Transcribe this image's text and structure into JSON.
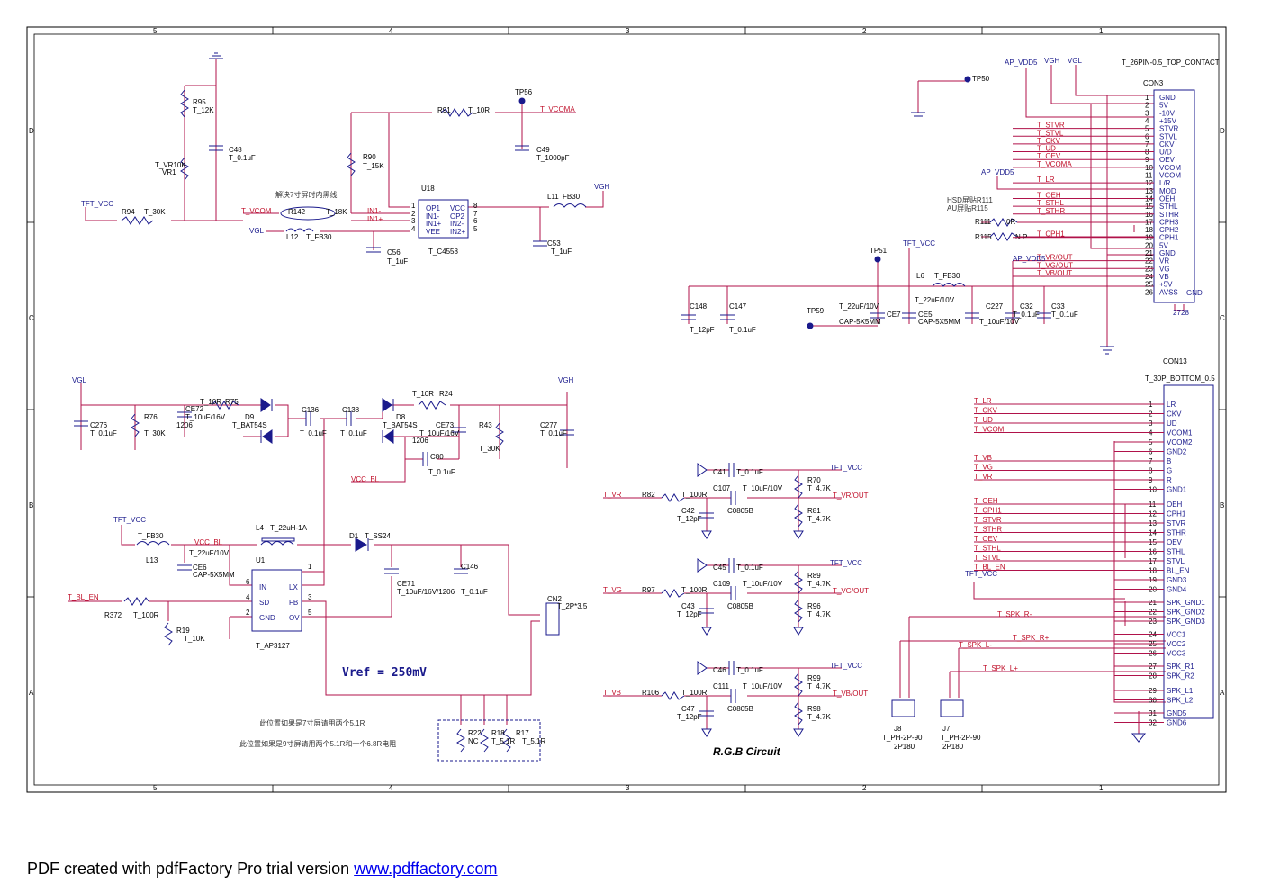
{
  "border": {
    "columns": [
      "5",
      "4",
      "3",
      "2",
      "1"
    ],
    "rows": [
      "D",
      "C",
      "B",
      "A"
    ]
  },
  "footer": {
    "text": "PDF created with pdfFactory Pro trial version",
    "link": "www.pdffactory.com"
  },
  "notes": {
    "vref": "Vref = 250mV",
    "rgb_title": "R.G.B Circuit",
    "cn_note_1": "解决7寸屏时内黑线",
    "cn_note_2": "此位置如果是7寸屏请用两个5.1R",
    "cn_note_3": "此位置如果是9寸屏请用两个5.1R和一个6.8R电阻",
    "hsd_note": "HSD屏贴R111",
    "au_note": "AU屏贴R115"
  },
  "components": [
    {
      "key": "r95",
      "ref": "R95",
      "value": "T_12K"
    },
    {
      "key": "vr1",
      "ref": "T_VR10K",
      "value": "VR1"
    },
    {
      "key": "c48",
      "ref": "C48",
      "value": "T_0.1uF"
    },
    {
      "key": "r94",
      "ref": "R94",
      "value": "T_30K"
    },
    {
      "key": "r90",
      "ref": "R90",
      "value": "T_15K"
    },
    {
      "key": "r91",
      "ref": "R91",
      "value": "T_10R"
    },
    {
      "key": "tp56",
      "ref": "TP56",
      "value": ""
    },
    {
      "key": "c49",
      "ref": "C49",
      "value": "T_1000pF"
    },
    {
      "key": "r142",
      "ref": "R142",
      "value": "T_18K"
    },
    {
      "key": "u18",
      "ref": "U18",
      "value": "T_C4558"
    },
    {
      "key": "l12",
      "ref": "L12",
      "value": "T_FB30"
    },
    {
      "key": "c56",
      "ref": "C56",
      "value": "T_1uF"
    },
    {
      "key": "l11",
      "ref": "L11",
      "value": "FB30"
    },
    {
      "key": "c53",
      "ref": "C53",
      "value": "T_1uF"
    },
    {
      "key": "tp50",
      "ref": "TP50",
      "value": ""
    },
    {
      "key": "r111",
      "ref": "R111",
      "value": "0R"
    },
    {
      "key": "r115",
      "ref": "R115",
      "value": "N.P"
    },
    {
      "key": "tp51",
      "ref": "TP51",
      "value": ""
    },
    {
      "key": "l6",
      "ref": "L6",
      "value": "T_FB30"
    },
    {
      "key": "c148",
      "ref": "C148",
      "value": "T_12pF"
    },
    {
      "key": "c147",
      "ref": "C147",
      "value": "T_0.1uF"
    },
    {
      "key": "tp59",
      "ref": "TP59",
      "value": ""
    },
    {
      "key": "ce7",
      "ref": "CE7",
      "value": "T_22uF/10V"
    },
    {
      "key": "ce5",
      "ref": "CE5",
      "value": "T_22uF/10V"
    },
    {
      "key": "c227",
      "ref": "C227",
      "value": "T_10uF/10V"
    },
    {
      "key": "c32",
      "ref": "C32",
      "value": "T_0.1uF"
    },
    {
      "key": "c33",
      "ref": "C33",
      "value": "T_0.1uF"
    },
    {
      "key": "c276",
      "ref": "C276",
      "value": "T_0.1uF"
    },
    {
      "key": "r76",
      "ref": "R76",
      "value": "T_30K"
    },
    {
      "key": "ce72",
      "ref": "CE72",
      "value": "T_10uF/16V"
    },
    {
      "key": "r75",
      "ref": "R75",
      "value": "T_10R"
    },
    {
      "key": "d9",
      "ref": "D9",
      "value": "T_BAT54S"
    },
    {
      "key": "c136",
      "ref": "C136",
      "value": "T_0.1uF"
    },
    {
      "key": "c138",
      "ref": "C138",
      "value": "T_0.1uF"
    },
    {
      "key": "d8",
      "ref": "D8",
      "value": "T_BAT54S"
    },
    {
      "key": "r24",
      "ref": "R24",
      "value": "T_10R"
    },
    {
      "key": "ce73",
      "ref": "CE73",
      "value": "T_10uF/16V"
    },
    {
      "key": "r43",
      "ref": "R43",
      "value": "T_30K"
    },
    {
      "key": "c277",
      "ref": "C277",
      "value": "T_0.1uF"
    },
    {
      "key": "c80",
      "ref": "C80",
      "value": "T_0.1uF"
    },
    {
      "key": "l13",
      "ref": "L13",
      "value": "T_FB30"
    },
    {
      "key": "ce6",
      "ref": "CE6",
      "value": "T_22uF/10V"
    },
    {
      "key": "l4",
      "ref": "L4",
      "value": "T_22uH-1A"
    },
    {
      "key": "d1",
      "ref": "D1",
      "value": "T_SS24"
    },
    {
      "key": "u1",
      "ref": "U1",
      "value": "T_AP3127"
    },
    {
      "key": "r372",
      "ref": "R372",
      "value": "T_100R"
    },
    {
      "key": "r19",
      "ref": "R19",
      "value": "T_10K"
    },
    {
      "key": "ce71",
      "ref": "CE71",
      "value": "T_10uF/16V/1206"
    },
    {
      "key": "c146",
      "ref": "C146",
      "value": "T_0.1uF"
    },
    {
      "key": "cn2",
      "ref": "CN2",
      "value": "T_2P*3.5"
    },
    {
      "key": "r22",
      "ref": "R22",
      "value": "NC"
    },
    {
      "key": "r18",
      "ref": "R18",
      "value": "T_5.1R"
    },
    {
      "key": "r17",
      "ref": "R17",
      "value": "T_5.1R"
    },
    {
      "key": "c41",
      "ref": "C41",
      "value": "T_0.1uF"
    },
    {
      "key": "r70",
      "ref": "R70",
      "value": "T_4.7K"
    },
    {
      "key": "c107",
      "ref": "C107",
      "value": "T_10uF/10V"
    },
    {
      "key": "r82",
      "ref": "R82",
      "value": "T_100R"
    },
    {
      "key": "c42",
      "ref": "C42",
      "value": "T_12pF"
    },
    {
      "key": "r81",
      "ref": "R81",
      "value": "T_4.7K"
    },
    {
      "key": "c45",
      "ref": "C45",
      "value": "T_0.1uF"
    },
    {
      "key": "r89",
      "ref": "R89",
      "value": "T_4.7K"
    },
    {
      "key": "c109",
      "ref": "C109",
      "value": "T_10uF/10V"
    },
    {
      "key": "r97",
      "ref": "R97",
      "value": "T_100R"
    },
    {
      "key": "c43",
      "ref": "C43",
      "value": "T_12pF"
    },
    {
      "key": "r96",
      "ref": "R96",
      "value": "T_4.7K"
    },
    {
      "key": "c46",
      "ref": "C46",
      "value": "T_0.1uF"
    },
    {
      "key": "r99",
      "ref": "R99",
      "value": "T_4.7K"
    },
    {
      "key": "c111",
      "ref": "C111",
      "value": "T_10uF/10V"
    },
    {
      "key": "r106",
      "ref": "R106",
      "value": "T_100R"
    },
    {
      "key": "c47",
      "ref": "C47",
      "value": "T_12pF"
    },
    {
      "key": "r98",
      "ref": "R98",
      "value": "T_4.7K"
    },
    {
      "key": "j8",
      "ref": "J8",
      "value": "T_PH-2P-90"
    },
    {
      "key": "j7",
      "ref": "J7",
      "value": "T_PH-2P-90"
    }
  ],
  "labels": {
    "tft_vcc": "TFT_VCC",
    "vgl": "VGL",
    "vgh": "VGH",
    "ap_vdd5": "AP_VDD5",
    "t_vcom": "T_VCOM",
    "t_vcoma": "T_VCOMA",
    "vcc_bl": "VCC_BL",
    "t_bl_en": "T_BL_EN",
    "t_vr": "T_VR",
    "t_vg": "T_VG",
    "t_vb": "T_VB",
    "t_vr_out": "T_VR/OUT",
    "t_vg_out": "T_VG/OUT",
    "t_vb_out": "T_VB/OUT",
    "in1m": "IN1-",
    "in1p": "IN1+",
    "c0805b": "C0805B",
    "cap5x5": "CAP-5X5MM",
    "size1206": "1206",
    "size2p180": "2P180",
    "t_spk_rm": "T_SPK_R-",
    "t_spk_rp": "T_SPK_R+",
    "t_spk_lm": "T_SPK_L-",
    "t_spk_lp": "T_SPK_L+"
  },
  "u18_pins": {
    "left": [
      "OP1",
      "IN1-",
      "IN1+",
      "VEE"
    ],
    "right": [
      "VCC",
      "OP2",
      "IN2-",
      "IN2+"
    ],
    "left_nums": [
      "1",
      "2",
      "3",
      "4"
    ],
    "right_nums": [
      "8",
      "7",
      "6",
      "5"
    ]
  },
  "u1_pins": {
    "left": [
      "IN",
      "SD",
      "GND"
    ],
    "right": [
      "LX",
      "FB",
      "OV"
    ],
    "left_nums": [
      "6",
      "4",
      "2"
    ],
    "right_nums": [
      "1",
      "3",
      "5"
    ]
  },
  "con3": {
    "ref": "CON3",
    "part": "T_26PIN-0.5_TOP_CONTACT",
    "pins": [
      "GND",
      "5V",
      "-10V",
      "+15V",
      "STVR",
      "STVL",
      "CKV",
      "U/D",
      "OEV",
      "VCOM",
      "VCOM",
      "L/R",
      "MOD",
      "OEH",
      "STHL",
      "STHR",
      "CPH3",
      "CPH2",
      "CPH1",
      "5V",
      "GND",
      "VR",
      "VG",
      "VB",
      "+5V",
      "AVSS"
    ],
    "gnd_pins": [
      "27",
      "28"
    ],
    "gnd_label": "GND",
    "nets": [
      "",
      "",
      "",
      "",
      "T_STVR",
      "T_STVL",
      "T_CKV",
      "T_UD",
      "T_OEV",
      "T_VCOMA",
      "",
      "T_LR",
      "",
      "T_OEH",
      "T_STHL",
      "T_STHR",
      "",
      "",
      "T_CPH1",
      "",
      "",
      "T_VR/OUT",
      "T_VG/OUT",
      "T_VB/OUT",
      "",
      ""
    ],
    "r111_label": "R111",
    "r115_label": "R115"
  },
  "con13": {
    "ref": "CON13",
    "part": "T_30P_BOTTOM_0.5",
    "pins": [
      {
        "n": "1",
        "name": "LR",
        "net": "T_LR"
      },
      {
        "n": "2",
        "name": "CKV",
        "net": "T_CKV"
      },
      {
        "n": "3",
        "name": "UD",
        "net": "T_UD"
      },
      {
        "n": "4",
        "name": "VCOM1",
        "net": "T_VCOM"
      },
      {
        "n": "5",
        "name": "VCOM2",
        "net": ""
      },
      {
        "n": "6",
        "name": "GND2",
        "net": ""
      },
      {
        "n": "7",
        "name": "B",
        "net": "T_VB"
      },
      {
        "n": "8",
        "name": "G",
        "net": "T_VG"
      },
      {
        "n": "9",
        "name": "R",
        "net": "T_VR"
      },
      {
        "n": "10",
        "name": "GND1",
        "net": ""
      },
      {
        "n": "11",
        "name": "OEH",
        "net": "T_OEH"
      },
      {
        "n": "12",
        "name": "CPH1",
        "net": "T_CPH1"
      },
      {
        "n": "13",
        "name": "STVR",
        "net": "T_STVR"
      },
      {
        "n": "14",
        "name": "STHR",
        "net": "T_STHR"
      },
      {
        "n": "15",
        "name": "OEV",
        "net": "T_OEV"
      },
      {
        "n": "16",
        "name": "STHL",
        "net": "T_STHL"
      },
      {
        "n": "17",
        "name": "STVL",
        "net": "T_STVL"
      },
      {
        "n": "18",
        "name": "BL_EN",
        "net": "T_BL_EN"
      },
      {
        "n": "19",
        "name": "GND3",
        "net": ""
      },
      {
        "n": "20",
        "name": "GND4",
        "net": ""
      },
      {
        "n": "21",
        "name": "SPK_GND1",
        "net": ""
      },
      {
        "n": "22",
        "name": "SPK_GND2",
        "net": ""
      },
      {
        "n": "23",
        "name": "SPK_GND3",
        "net": ""
      },
      {
        "n": "24",
        "name": "VCC1",
        "net": ""
      },
      {
        "n": "25",
        "name": "VCC2",
        "net": ""
      },
      {
        "n": "26",
        "name": "VCC3",
        "net": ""
      },
      {
        "n": "27",
        "name": "SPK_R1",
        "net": ""
      },
      {
        "n": "28",
        "name": "SPK_R2",
        "net": ""
      },
      {
        "n": "29",
        "name": "SPK_L1",
        "net": ""
      },
      {
        "n": "30",
        "name": "SPK_L2",
        "net": ""
      },
      {
        "n": "31",
        "name": "GND5",
        "net": ""
      },
      {
        "n": "32",
        "name": "GND6",
        "net": ""
      }
    ]
  },
  "colors": {
    "wire": "#b0124a",
    "part": "#1a1a8c",
    "net": "#c0102a",
    "frame": "#000000"
  }
}
